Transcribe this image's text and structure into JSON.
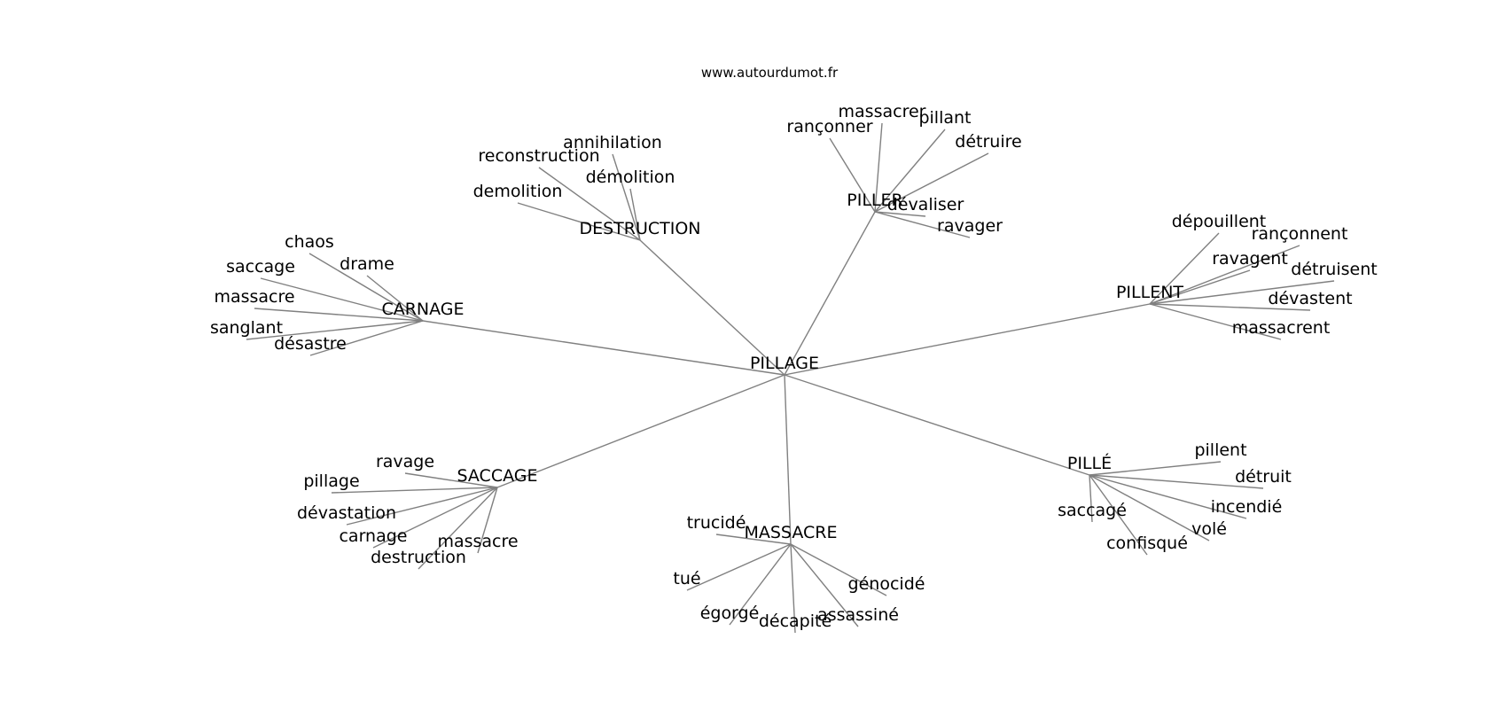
{
  "source": "www.autourdumot.fr",
  "colors": {
    "edge": "#808080",
    "text": "#000000",
    "background": "#ffffff"
  },
  "graph": {
    "center": "PILLAGE",
    "groups": [
      {
        "hub": "DESTRUCTION",
        "words": [
          "annihilation",
          "reconstruction",
          "démolition",
          "demolition"
        ]
      },
      {
        "hub": "PILLER",
        "words": [
          "massacrer",
          "pillant",
          "rançonner",
          "détruire",
          "dévaliser",
          "ravager"
        ]
      },
      {
        "hub": "CARNAGE",
        "words": [
          "chaos",
          "drame",
          "saccage",
          "massacre",
          "sanglant",
          "désastre"
        ]
      },
      {
        "hub": "PILLENT",
        "words": [
          "dépouillent",
          "rançonnent",
          "ravagent",
          "détruisent",
          "dévastent",
          "massacrent"
        ]
      },
      {
        "hub": "SACCAGE",
        "words": [
          "ravage",
          "pillage",
          "dévastation",
          "carnage",
          "massacre",
          "destruction"
        ]
      },
      {
        "hub": "MASSACRE",
        "words": [
          "trucidé",
          "tué",
          "égorgé",
          "décapité",
          "assassiné",
          "génocidé"
        ]
      },
      {
        "hub": "PILLÉ",
        "words": [
          "pillent",
          "détruit",
          "incendié",
          "volé",
          "saccagé",
          "confisqué"
        ]
      }
    ]
  }
}
